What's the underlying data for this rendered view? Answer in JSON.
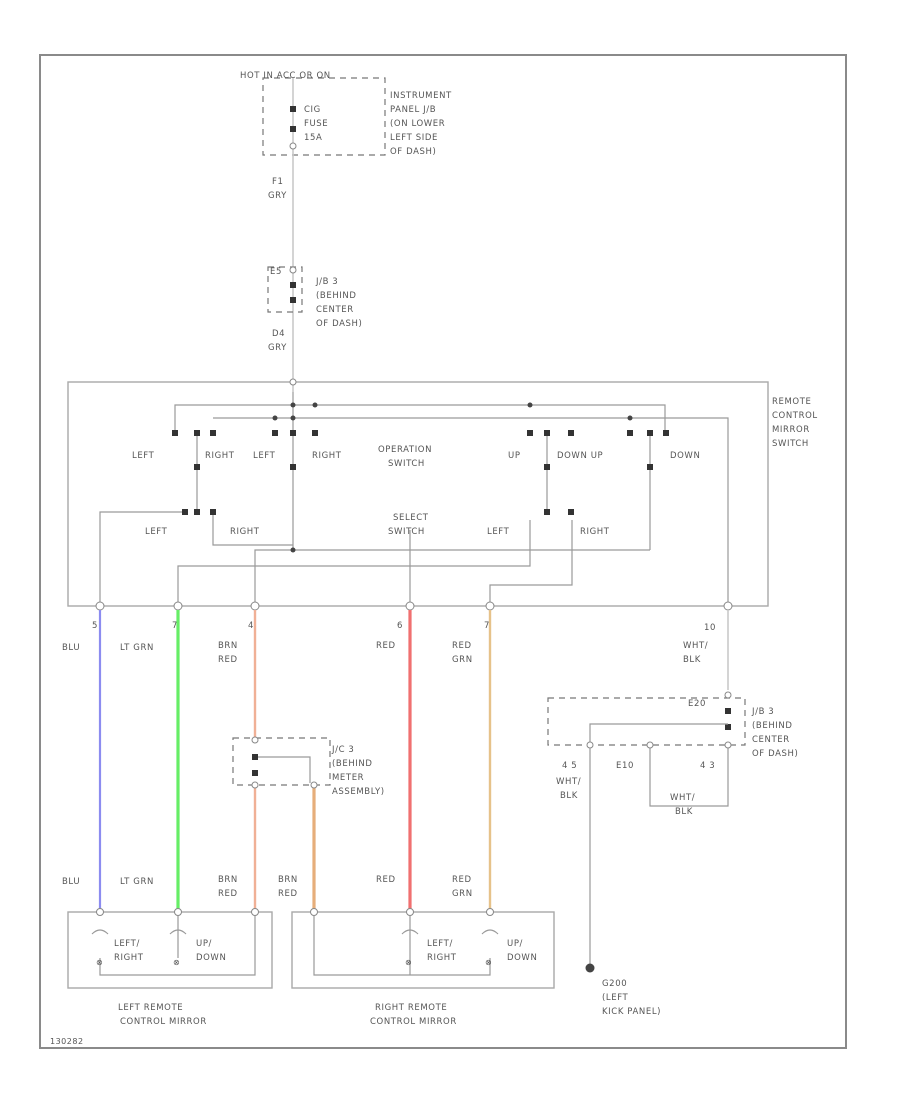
{
  "labels": {
    "hot_in": "HOT IN ACC OR ON",
    "fuse_name": "CIG",
    "fuse_word": "FUSE",
    "fuse_amp": "15A",
    "ip_jb_1": "INSTRUMENT",
    "ip_jb_2": "PANEL J/B",
    "ip_jb_3": "(ON LOWER",
    "ip_jb_4": "LEFT SIDE",
    "ip_jb_5": "OF DASH)",
    "pin_f1": "F1",
    "gry_1": "GRY",
    "pin_e5": "E5",
    "jb3a_1": "J/B 3",
    "jb3a_2": "(BEHIND",
    "jb3a_3": "CENTER",
    "jb3a_4": "OF DASH)",
    "pin_d4": "D4",
    "gry_2": "GRY",
    "rcms_1": "REMOTE",
    "rcms_2": "CONTROL",
    "rcms_3": "MIRROR",
    "rcms_4": "SWITCH",
    "op_left_1": "LEFT",
    "op_right_1": "RIGHT",
    "op_left_2": "LEFT",
    "op_right_2": "RIGHT",
    "op_switch_1": "OPERATION",
    "op_switch_2": "SWITCH",
    "op_up_1": "UP",
    "op_down_up": "DOWN UP",
    "op_down": "DOWN",
    "sel_left_1": "LEFT",
    "sel_right_1": "RIGHT",
    "sel_switch_1": "SELECT",
    "sel_switch_2": "SWITCH",
    "sel_left_2": "LEFT",
    "sel_right_2": "RIGHT",
    "pin_5": "5",
    "pin_7a": "7",
    "pin_4": "4",
    "pin_6": "6",
    "pin_7b": "7",
    "pin_10": "10",
    "c_blu_1": "BLU",
    "c_ltgrn_1": "LT GRN",
    "c_brn_1": "BRN",
    "c_red_sub_1": "RED",
    "c_red_1": "RED",
    "c_red_2": "RED",
    "c_grn_sub_1": "GRN",
    "c_wht_1": "WHT/",
    "c_blk_1": "BLK",
    "jc3_1": "J/C 3",
    "jc3_2": "(BEHIND",
    "jc3_3": "METER",
    "jc3_4": "ASSEMBLY)",
    "pin_e20": "E20",
    "jb3b_1": "J/B 3",
    "jb3b_2": "(BEHIND",
    "jb3b_3": "CENTER",
    "jb3b_4": "OF DASH)",
    "pin_e5b": "4 5",
    "pin_e10": "E10",
    "pin_e3": "4 3",
    "c_wht_2": "WHT/",
    "c_blk_2": "BLK",
    "c_wht_3": "WHT/",
    "c_blk_3": "BLK",
    "c_blu_2": "BLU",
    "c_ltgrn_2": "LT GRN",
    "c_brn_2": "BRN",
    "c_red_sub_2": "RED",
    "c_brn_3": "BRN",
    "c_red_sub_3": "RED",
    "c_red_3": "RED",
    "c_red_4": "RED",
    "c_grn_sub_2": "GRN",
    "lm_left": "LEFT/",
    "lm_right": "RIGHT",
    "lm_up": "UP/",
    "lm_down": "DOWN",
    "rm_left": "LEFT/",
    "rm_right": "RIGHT",
    "rm_up": "UP/",
    "rm_down": "DOWN",
    "lrm_1": "LEFT REMOTE",
    "lrm_2": "CONTROL MIRROR",
    "rrm_1": "RIGHT REMOTE",
    "rrm_2": "CONTROL MIRROR",
    "gnd_1": "G200",
    "gnd_2": "(LEFT",
    "gnd_3": "KICK PANEL)",
    "code": "130282"
  },
  "colors": {
    "blu": "#8c8cf0",
    "lt_grn": "#66ee66",
    "brn_red": "#f0b096",
    "red": "#f07070",
    "red_grn": "#e6c28a",
    "brn_red_alt": "#e6ae7a"
  }
}
